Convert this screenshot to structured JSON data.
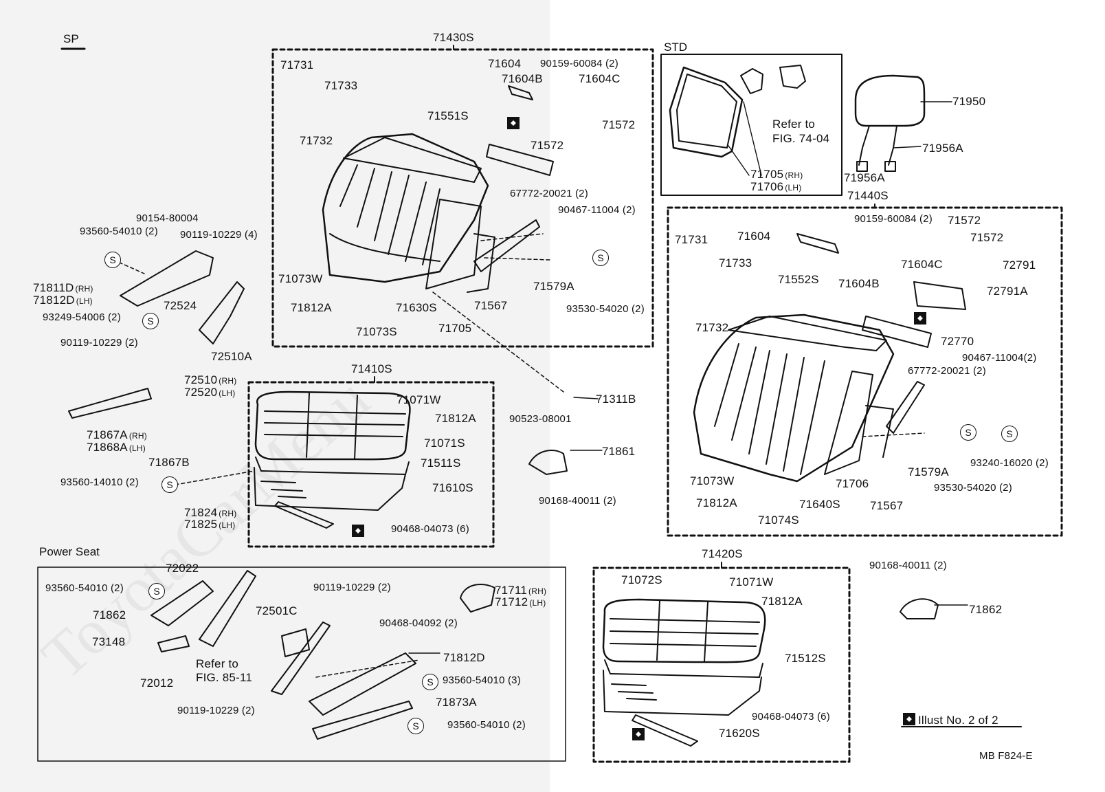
{
  "watermark": "ToyotaCarMenu",
  "sections": {
    "sp": "SP",
    "std": "STD",
    "power_seat": "Power Seat"
  },
  "group_titles": {
    "g71430": "71430S",
    "g71410": "71410S",
    "g71440": "71440S",
    "g71420": "71420S"
  },
  "illus": "Illust No. 2 of 2",
  "code": "MB  F824-E",
  "refer1": {
    "line1": "Refer to",
    "line2": "FIG. 74-04"
  },
  "refer2": {
    "line1": "Refer to",
    "line2": "FIG. 85-11"
  },
  "labels": [
    {
      "id": "a1",
      "text": "71731"
    },
    {
      "id": "a2",
      "text": "71733"
    },
    {
      "id": "a3",
      "text": "71732"
    },
    {
      "id": "a4",
      "text": "71604"
    },
    {
      "id": "a5",
      "text": "90159-60084 (2)"
    },
    {
      "id": "a6",
      "text": "71604B"
    },
    {
      "id": "a7",
      "text": "71604C"
    },
    {
      "id": "a8",
      "text": "71551S"
    },
    {
      "id": "a9",
      "text": "71572"
    },
    {
      "id": "a10",
      "text": "71572"
    },
    {
      "id": "a11",
      "text": "67772-20021 (2)"
    },
    {
      "id": "a12",
      "text": "90467-11004 (2)"
    },
    {
      "id": "a13",
      "text": "71073W"
    },
    {
      "id": "a14",
      "text": "71812A"
    },
    {
      "id": "a15",
      "text": "71630S"
    },
    {
      "id": "a16",
      "text": "71567"
    },
    {
      "id": "a17",
      "text": "71579A"
    },
    {
      "id": "a18",
      "text": "93530-54020 (2)"
    },
    {
      "id": "a19",
      "text": "71073S"
    },
    {
      "id": "a20",
      "text": "71705"
    },
    {
      "id": "b1",
      "text": "90154-80004"
    },
    {
      "id": "b2",
      "text": "93560-54010 (2)"
    },
    {
      "id": "b3",
      "text": "90119-10229 (4)"
    },
    {
      "id": "b4",
      "text": "71811D",
      "sub": "(RH)"
    },
    {
      "id": "b5",
      "text": "71812D",
      "sub": "(LH)"
    },
    {
      "id": "b6",
      "text": "72524"
    },
    {
      "id": "b7",
      "text": "93249-54006 (2)"
    },
    {
      "id": "b8",
      "text": "90119-10229 (2)"
    },
    {
      "id": "b9",
      "text": "72510A"
    },
    {
      "id": "b10",
      "text": "72510",
      "sub": "(RH)"
    },
    {
      "id": "b11",
      "text": "72520",
      "sub": "(LH)"
    },
    {
      "id": "b12",
      "text": "71867A",
      "sub": "(RH)"
    },
    {
      "id": "b13",
      "text": "71868A",
      "sub": "(LH)"
    },
    {
      "id": "b14",
      "text": "71867B"
    },
    {
      "id": "b15",
      "text": "93560-14010 (2)"
    },
    {
      "id": "b16",
      "text": "71824",
      "sub": "(RH)"
    },
    {
      "id": "b17",
      "text": "71825",
      "sub": "(LH)"
    },
    {
      "id": "c1",
      "text": "71071W"
    },
    {
      "id": "c2",
      "text": "71812A"
    },
    {
      "id": "c3",
      "text": "71071S"
    },
    {
      "id": "c4",
      "text": "71511S"
    },
    {
      "id": "c5",
      "text": "71610S"
    },
    {
      "id": "c6",
      "text": "90468-04073 (6)"
    },
    {
      "id": "c7",
      "text": "90523-08001"
    },
    {
      "id": "c8",
      "text": "71311B"
    },
    {
      "id": "c9",
      "text": "71861"
    },
    {
      "id": "c10",
      "text": "90168-40011 (2)"
    },
    {
      "id": "d1",
      "text": "71705",
      "sub": "(RH)"
    },
    {
      "id": "d2",
      "text": "71706",
      "sub": "(LH)"
    },
    {
      "id": "d3",
      "text": "71950"
    },
    {
      "id": "d4",
      "text": "71956A"
    },
    {
      "id": "d5",
      "text": "71956A"
    },
    {
      "id": "e1",
      "text": "90159-60084 (2)"
    },
    {
      "id": "e2",
      "text": "71572"
    },
    {
      "id": "e3",
      "text": "71731"
    },
    {
      "id": "e4",
      "text": "71604"
    },
    {
      "id": "e5",
      "text": "71572"
    },
    {
      "id": "e6",
      "text": "71733"
    },
    {
      "id": "e7",
      "text": "71604C"
    },
    {
      "id": "e8",
      "text": "72791"
    },
    {
      "id": "e9",
      "text": "71552S"
    },
    {
      "id": "e10",
      "text": "71604B"
    },
    {
      "id": "e11",
      "text": "72791A"
    },
    {
      "id": "e12",
      "text": "71732"
    },
    {
      "id": "e13",
      "text": "72770"
    },
    {
      "id": "e14",
      "text": "90467-11004(2)"
    },
    {
      "id": "e15",
      "text": "67772-20021 (2)"
    },
    {
      "id": "e16",
      "text": "71579A"
    },
    {
      "id": "e17",
      "text": "93240-16020 (2)"
    },
    {
      "id": "e18",
      "text": "71073W"
    },
    {
      "id": "e19",
      "text": "93530-54020 (2)"
    },
    {
      "id": "e20",
      "text": "71706"
    },
    {
      "id": "e21",
      "text": "71812A"
    },
    {
      "id": "e22",
      "text": "71640S"
    },
    {
      "id": "e23",
      "text": "71567"
    },
    {
      "id": "e24",
      "text": "71074S"
    },
    {
      "id": "f1",
      "text": "72022"
    },
    {
      "id": "f2",
      "text": "93560-54010 (2)"
    },
    {
      "id": "f3",
      "text": "90119-10229 (2)"
    },
    {
      "id": "f4",
      "text": "71711",
      "sub": "(RH)"
    },
    {
      "id": "f5",
      "text": "71712",
      "sub": "(LH)"
    },
    {
      "id": "f6",
      "text": "71862"
    },
    {
      "id": "f7",
      "text": "72501C"
    },
    {
      "id": "f8",
      "text": "90468-04092 (2)"
    },
    {
      "id": "f9",
      "text": "73148"
    },
    {
      "id": "f10",
      "text": "71812D"
    },
    {
      "id": "f11",
      "text": "72012"
    },
    {
      "id": "f12",
      "text": "93560-54010 (3)"
    },
    {
      "id": "f13",
      "text": "71873A"
    },
    {
      "id": "f14",
      "text": "90119-10229 (2)"
    },
    {
      "id": "f15",
      "text": "93560-54010 (2)"
    },
    {
      "id": "g1",
      "text": "71072S"
    },
    {
      "id": "g2",
      "text": "71071W"
    },
    {
      "id": "g3",
      "text": "71812A"
    },
    {
      "id": "g4",
      "text": "71512S"
    },
    {
      "id": "g5",
      "text": "90468-04073 (6)"
    },
    {
      "id": "g6",
      "text": "71620S"
    },
    {
      "id": "h1",
      "text": "90168-40011 (2)"
    },
    {
      "id": "h2",
      "text": "71862"
    }
  ]
}
